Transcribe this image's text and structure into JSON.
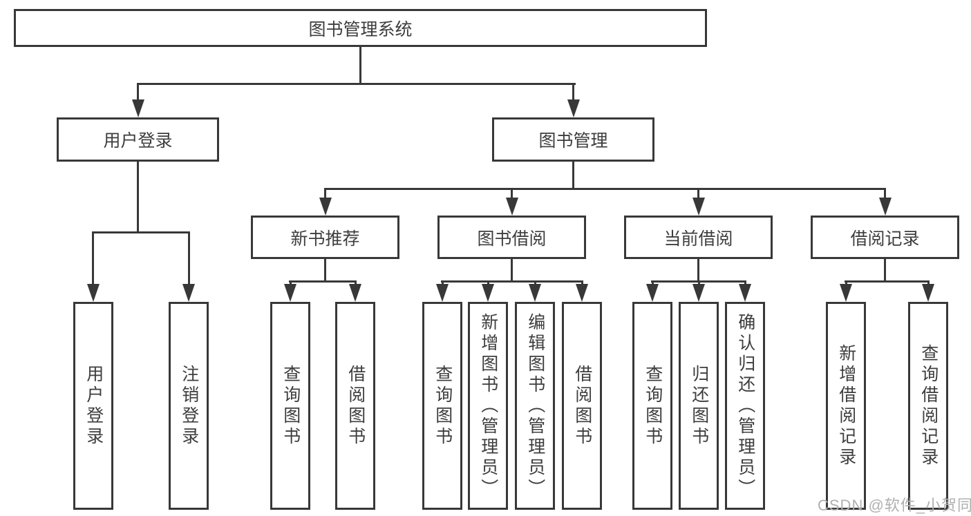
{
  "diagram": {
    "title": "图书管理系统",
    "level2": [
      "用户登录",
      "图书管理"
    ],
    "level3": [
      "新书推荐",
      "图书借阅",
      "当前借阅",
      "借阅记录"
    ],
    "leaves": {
      "user": [
        "用户登录",
        "注销登录"
      ],
      "newbooks": [
        "查询图书",
        "借阅图书"
      ],
      "borrow": [
        "查询图书",
        "新增图书（管理员）",
        "编辑图书（管理员）",
        "借阅图书"
      ],
      "current": [
        "查询图书",
        "归还图书",
        "确认归还（管理员）"
      ],
      "records": [
        "新增借阅记录",
        "查询借阅记录"
      ]
    }
  },
  "watermark": "CSDN @软件_小贺同学",
  "colors": {
    "line": "#383838",
    "text": "#3d3d3d",
    "watermark": "#b0b0b0",
    "background": "#ffffff"
  }
}
